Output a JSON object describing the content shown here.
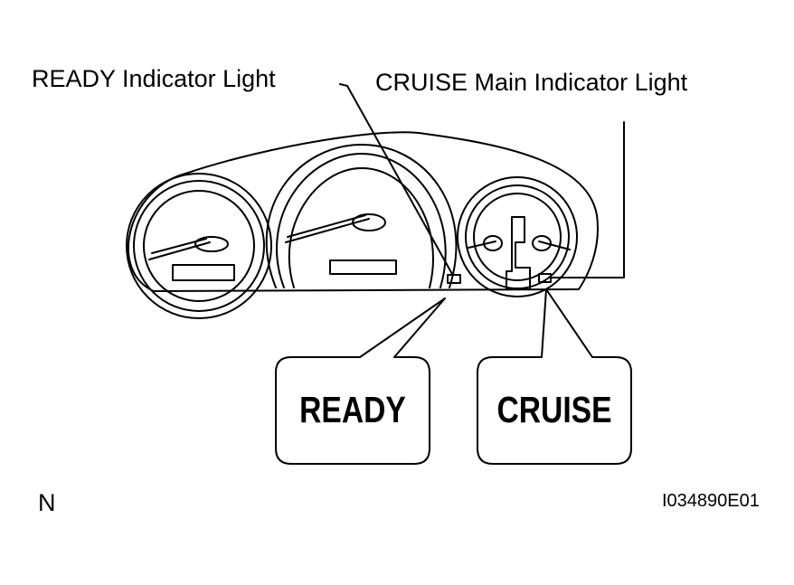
{
  "labels": {
    "ready_indicator": "READY Indicator Light",
    "cruise_indicator": "CRUISE Main Indicator Light"
  },
  "callouts": {
    "ready": "READY",
    "cruise": "CRUISE"
  },
  "footer": {
    "corner_mark": "N",
    "figure_id": "I034890E01"
  }
}
